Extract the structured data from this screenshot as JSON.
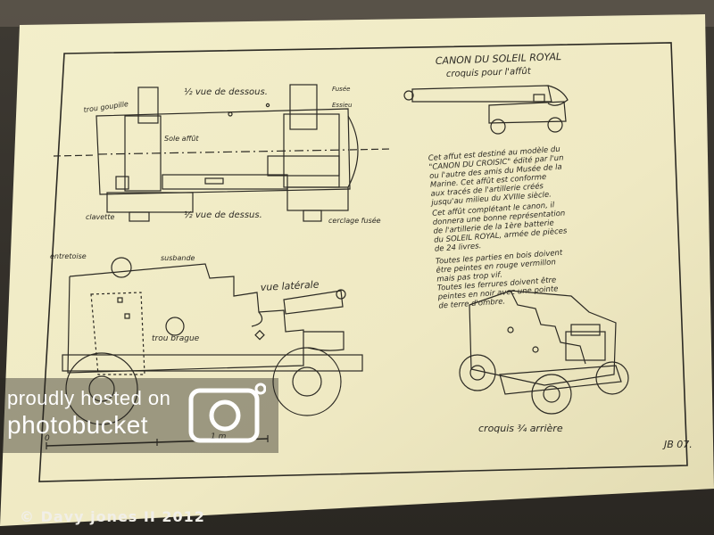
{
  "drawing": {
    "title": "CANON DU SOLEIL ROYAL",
    "subtitle": "croquis pour l'affût",
    "top_view_label": "½ vue de dessous.",
    "top_view_label_2": "½ vue de dessus.",
    "side_view_label": "vue latérale",
    "rear_view_label": "croquis ¾ arrière",
    "signature": "JB 07.",
    "scale_label": "1 m",
    "scale_zero": "0",
    "callouts": {
      "trou_goupille": "trou goupille",
      "fusee": "Fusée",
      "essieu": "Essieu",
      "sole_affut": "Sole affût",
      "clavette": "clavette",
      "cerclage_fusee": "cerclage fusée",
      "entretoise": "entretoise",
      "susbande": "susbande",
      "trou_brague": "trou brague"
    },
    "notes": [
      "Cet affut est destiné au modèle du",
      "\"CANON DU CROISIC\" édité par l'un",
      "ou l'autre des amis du Musée de la",
      "Marine. Cet affût est conforme",
      "aux tracés de l'artillerie créés",
      "jusqu'au milieu du XVIIIe siècle.",
      "Cet affût complétant le canon, il",
      "donnera une bonne représentation",
      "de l'artillerie de la 1ère batterie",
      "du SOLEIL ROYAL, armée de pièces",
      "de 24 livres.",
      "Toutes les parties en bois doivent",
      "être peintes en rouge vermillon",
      "mais pas trop vif.",
      "Toutes les ferrures doivent être",
      "peintes en noir avec une pointe",
      "de terre d'ombre."
    ]
  },
  "watermark": {
    "line1": "proudly hosted on",
    "line2": "photobucket"
  },
  "copyright": "© Davy jones II 2012",
  "colors": {
    "paper": "#f4f0c9",
    "ink": "#2c2a24",
    "background": "#2a2722"
  }
}
